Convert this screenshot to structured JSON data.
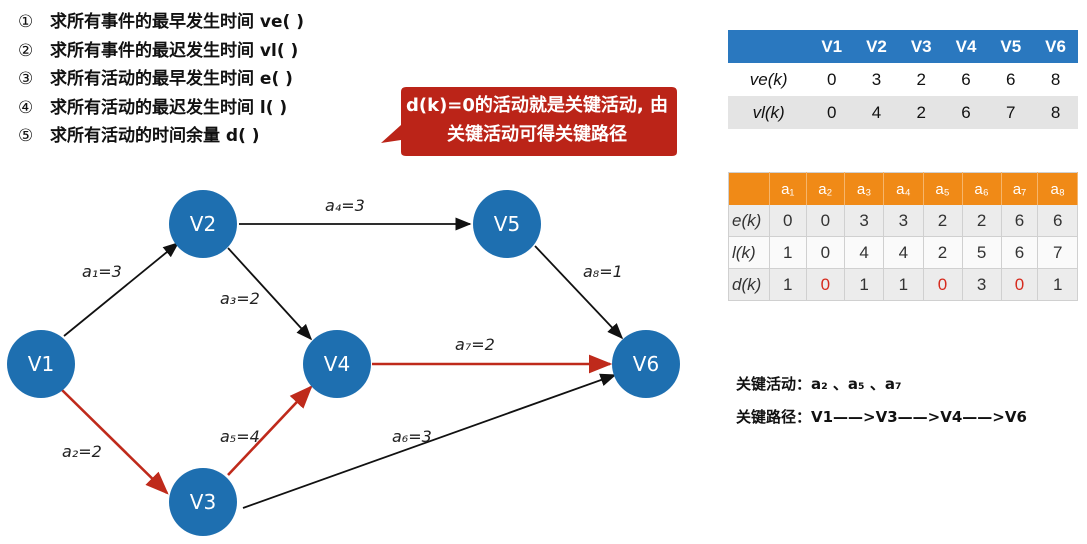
{
  "steps": [
    {
      "num": "①",
      "text": "求所有事件的最早发生时间 ve( )"
    },
    {
      "num": "②",
      "text": "求所有事件的最迟发生时间 vl( )"
    },
    {
      "num": "③",
      "text": "求所有活动的最早发生时间 e( )"
    },
    {
      "num": "④",
      "text": "求所有活动的最迟发生时间 l( )"
    },
    {
      "num": "⑤",
      "text": "求所有活动的时间余量 d( )"
    }
  ],
  "callout": {
    "line1": "d(k)=0的活动就是关键活动, 由",
    "line2": "关键活动可得关键路径"
  },
  "graph": {
    "nodes": [
      "V1",
      "V2",
      "V3",
      "V4",
      "V5",
      "V6"
    ],
    "edges": [
      {
        "from": "V1",
        "to": "V2",
        "label": "a₁=3",
        "critical": false
      },
      {
        "from": "V1",
        "to": "V3",
        "label": "a₂=2",
        "critical": true
      },
      {
        "from": "V2",
        "to": "V4",
        "label": "a₃=2",
        "critical": false
      },
      {
        "from": "V2",
        "to": "V5",
        "label": "a₄=3",
        "critical": false
      },
      {
        "from": "V3",
        "to": "V4",
        "label": "a₅=4",
        "critical": true
      },
      {
        "from": "V3",
        "to": "V6",
        "label": "a₆=3",
        "critical": false
      },
      {
        "from": "V4",
        "to": "V6",
        "label": "a₇=2",
        "critical": true
      },
      {
        "from": "V5",
        "to": "V6",
        "label": "a₈=1",
        "critical": false
      }
    ]
  },
  "vertex_table": {
    "headers": [
      "",
      "V1",
      "V2",
      "V3",
      "V4",
      "V5",
      "V6"
    ],
    "rows": [
      {
        "label": "ve(k)",
        "values": [
          "0",
          "3",
          "2",
          "6",
          "6",
          "8"
        ]
      },
      {
        "label": "vl(k)",
        "values": [
          "0",
          "4",
          "2",
          "6",
          "7",
          "8"
        ]
      }
    ]
  },
  "activity_table": {
    "headers": [
      "",
      "a₁",
      "a₂",
      "a₃",
      "a₄",
      "a₅",
      "a₆",
      "a₇",
      "a₈"
    ],
    "rows": [
      {
        "label": "e(k)",
        "values": [
          "0",
          "0",
          "3",
          "3",
          "2",
          "2",
          "6",
          "6"
        ]
      },
      {
        "label": "l(k)",
        "values": [
          "1",
          "0",
          "4",
          "4",
          "2",
          "5",
          "6",
          "7"
        ]
      },
      {
        "label": "d(k)",
        "values": [
          "1",
          "0",
          "1",
          "1",
          "0",
          "3",
          "0",
          "1"
        ]
      }
    ]
  },
  "summary": {
    "critical_activities": "关键活动：a₂ 、a₅ 、a₇",
    "critical_path": "关键路径：V1——>V3——>V4——>V6"
  },
  "colors": {
    "node": "#1e6fb0",
    "critical_edge": "#bf2a1b",
    "normal_edge": "#111111",
    "callout": "#bb2418",
    "vertex_header": "#2a78bf",
    "activity_header": "#f08a17",
    "zero_value": "#d62b1e"
  }
}
